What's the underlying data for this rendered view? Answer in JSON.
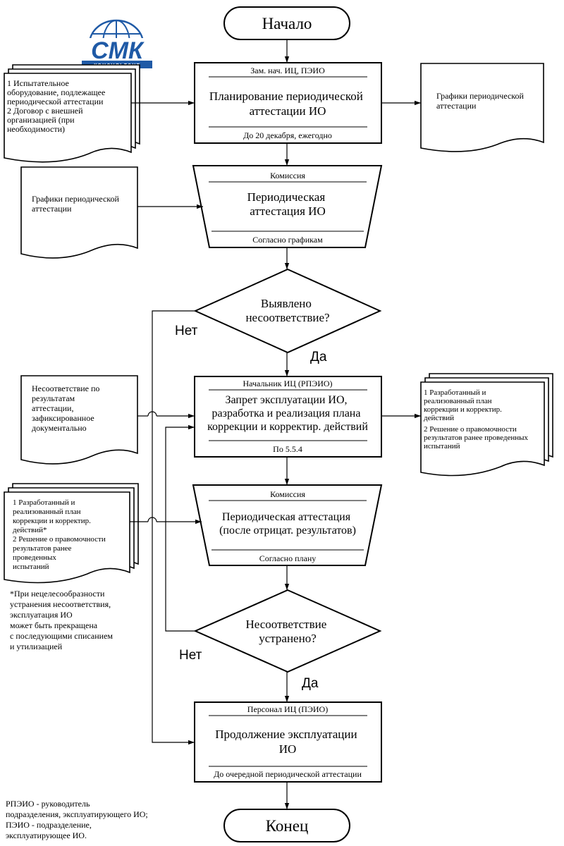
{
  "logo": {
    "text": "СМК",
    "subtext": "консультант",
    "color": "#1f5aa6"
  },
  "start": "Начало",
  "end": "Конец",
  "blocks": {
    "planning": {
      "role": "Зам. нач. ИЦ, ПЭИО",
      "title": [
        "Планирование периодической",
        "аттестации ИО"
      ],
      "deadline": "До 20 декабря, ежегодно"
    },
    "attestation": {
      "role": "Комиссия",
      "title": [
        "Периодическая",
        "аттестация ИО"
      ],
      "deadline": "Согласно графикам"
    },
    "ban": {
      "role": "Начальник ИЦ (РПЭИО)",
      "title": [
        "Запрет эксплуатации ИО,",
        "разработка и реализация плана",
        "коррекции и корректир. действий"
      ],
      "deadline": "По 5.5.4"
    },
    "reattestation": {
      "role": "Комиссия",
      "title": [
        "Периодическая аттестация",
        "(после отрицат. результатов)"
      ],
      "deadline": "Согласно плану"
    },
    "continue": {
      "role": "Персонал ИЦ (ПЭИО)",
      "title": [
        "Продолжение эксплуатации",
        "ИО"
      ],
      "deadline": "До очередной периодической аттестации"
    }
  },
  "decisions": {
    "nonconformity": {
      "text": [
        "Выявлено",
        "несоответствие?"
      ],
      "yes": "Да",
      "no": "Нет"
    },
    "eliminated": {
      "text": [
        "Несоответствие",
        "устранено?"
      ],
      "yes": "Да",
      "no": "Нет"
    }
  },
  "documents": {
    "planning_in": [
      "1 Испытательное",
      "оборудование, подлежащее",
      "периодической аттестации",
      "2 Договор с внешней",
      "организацией (при",
      "необходимости)"
    ],
    "planning_out": [
      "Графики периодической",
      "аттестации"
    ],
    "attestation_in": [
      "Графики периодической",
      "аттестации"
    ],
    "ban_in": [
      "Несоответствие по",
      "результатам",
      "аттестации,",
      "зафиксированное",
      "документально"
    ],
    "ban_out": [
      "1 Разработанный и",
      "реализованный  план",
      "коррекции и корректир.",
      "действий",
      "2 Решение о правомочности",
      "результатов ранее проведенных",
      "испытаний"
    ],
    "reattest_in": [
      "1 Разработанный и",
      "реализованный  план",
      "коррекции и корректир.",
      "действий*",
      "2 Решение о правомочности",
      "результатов ранее",
      "проведенных",
      "испытаний"
    ]
  },
  "footnote": [
    "*При нецелесообразности",
    "устранения несоответствия,",
    "эксплуатация ИО",
    "может быть прекращена",
    "с последующими списанием",
    " и утилизацией"
  ],
  "legend": [
    "РПЭИО - руководитель",
    "подразделения, эксплуатирующего ИО;",
    "ПЭИО - подразделение,",
    "эксплуатирующее ИО."
  ]
}
